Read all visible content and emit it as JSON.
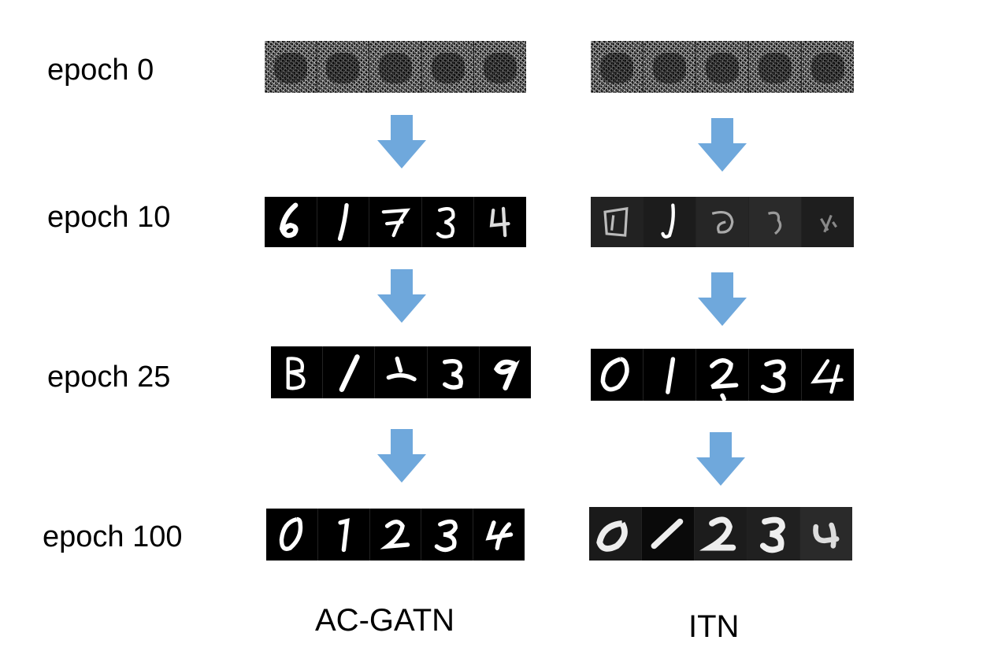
{
  "rows": [
    {
      "label": "epoch 0"
    },
    {
      "label": "epoch 10"
    },
    {
      "label": "epoch 25"
    },
    {
      "label": "epoch 100"
    }
  ],
  "columns": [
    {
      "label": "AC-GATN"
    },
    {
      "label": "ITN"
    }
  ],
  "colors": {
    "arrow": "#6fa8dc",
    "strip_background": "#000000",
    "stroke": "#ffffff"
  }
}
